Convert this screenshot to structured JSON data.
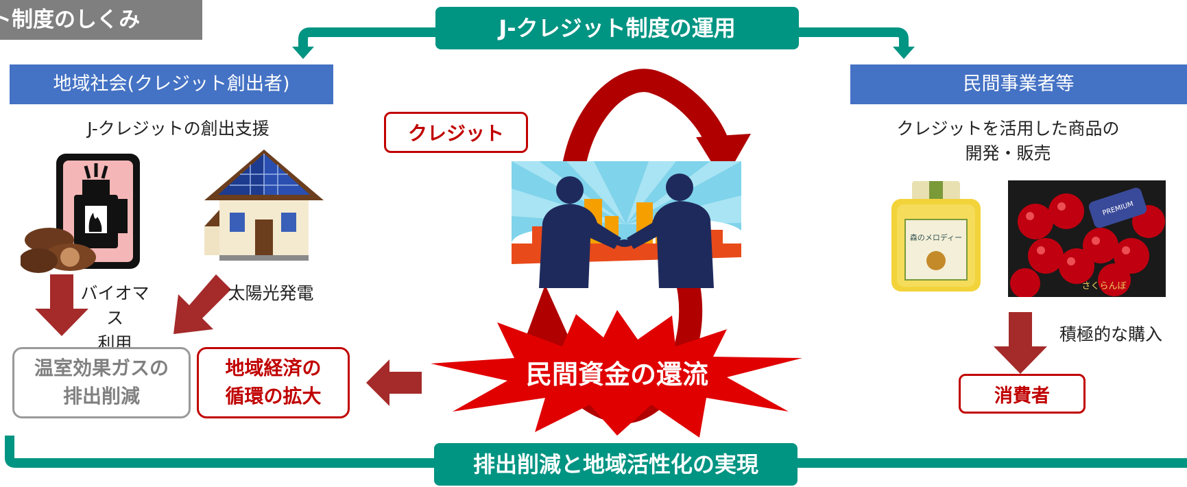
{
  "title": "ト制度のしくみ",
  "top_banner": "J-クレジット制度の運用",
  "bottom_banner": "排出削減と地域活性化の実現",
  "left": {
    "header": "地域社会(クレジット創出者)",
    "subtitle": "J-クレジットの創出支援",
    "biomass_label_1": "バイオマス",
    "biomass_label_2": "利用",
    "solar_label": "太陽光発電",
    "ghg_box_1": "温室効果ガスの",
    "ghg_box_2": "排出削減",
    "econ_box_1": "地域経済の",
    "econ_box_2": "循環の拡大"
  },
  "center": {
    "credit_label": "クレジット",
    "burst_label": "民間資金の還流"
  },
  "right": {
    "header": "民間事業者等",
    "subtitle_1": "クレジットを活用した商品の",
    "subtitle_2": "開発・販売",
    "purchase_label": "積極的な購入",
    "consumer_label": "消費者",
    "jar_label": "森のメロディー",
    "cherry_label": "さくらんぼ",
    "premium_label": "PREMIUM"
  },
  "colors": {
    "teal": "#009482",
    "blue": "#4472c4",
    "dark_red": "#c00000",
    "arrow_red": "#a52a2a",
    "burst_red": "#e00000"
  }
}
